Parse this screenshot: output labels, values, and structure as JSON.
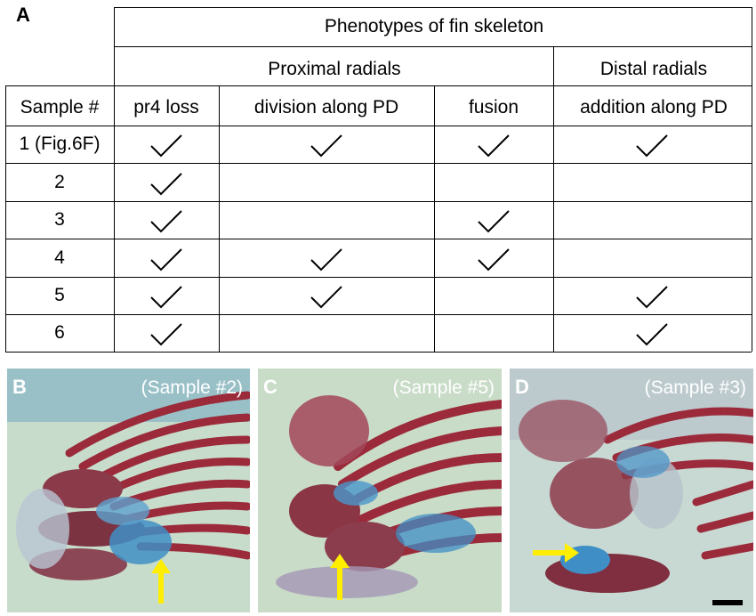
{
  "panel_labels": {
    "a": "A",
    "b": "B",
    "c": "C",
    "d": "D"
  },
  "table": {
    "top_header": "Phenotypes of fin skeleton",
    "group_headers": {
      "proximal": "Proximal radials",
      "distal": "Distal radials"
    },
    "columns": [
      "Sample #",
      "pr4 loss",
      "division along PD",
      "fusion",
      "addition along PD"
    ],
    "rows": [
      {
        "sample": "1 (Fig.6F)",
        "checks": [
          true,
          true,
          true,
          true
        ]
      },
      {
        "sample": "2",
        "checks": [
          true,
          false,
          false,
          false
        ]
      },
      {
        "sample": "3",
        "checks": [
          true,
          false,
          true,
          false
        ]
      },
      {
        "sample": "4",
        "checks": [
          true,
          true,
          true,
          false
        ]
      },
      {
        "sample": "5",
        "checks": [
          true,
          true,
          false,
          true
        ]
      },
      {
        "sample": "6",
        "checks": [
          true,
          false,
          false,
          true
        ]
      }
    ]
  },
  "photos": [
    {
      "label": "B",
      "caption": "(Sample #2)",
      "arrow": "up"
    },
    {
      "label": "C",
      "caption": "(Sample #5)",
      "arrow": "up"
    },
    {
      "label": "D",
      "caption": "(Sample #3)",
      "arrow": "right",
      "scale_bar": true
    }
  ],
  "colors": {
    "stain_red": "#9b2a3a",
    "stain_blue": "#3f8fc6",
    "background": "#c9dcc8",
    "arrow": "#ffee00"
  }
}
